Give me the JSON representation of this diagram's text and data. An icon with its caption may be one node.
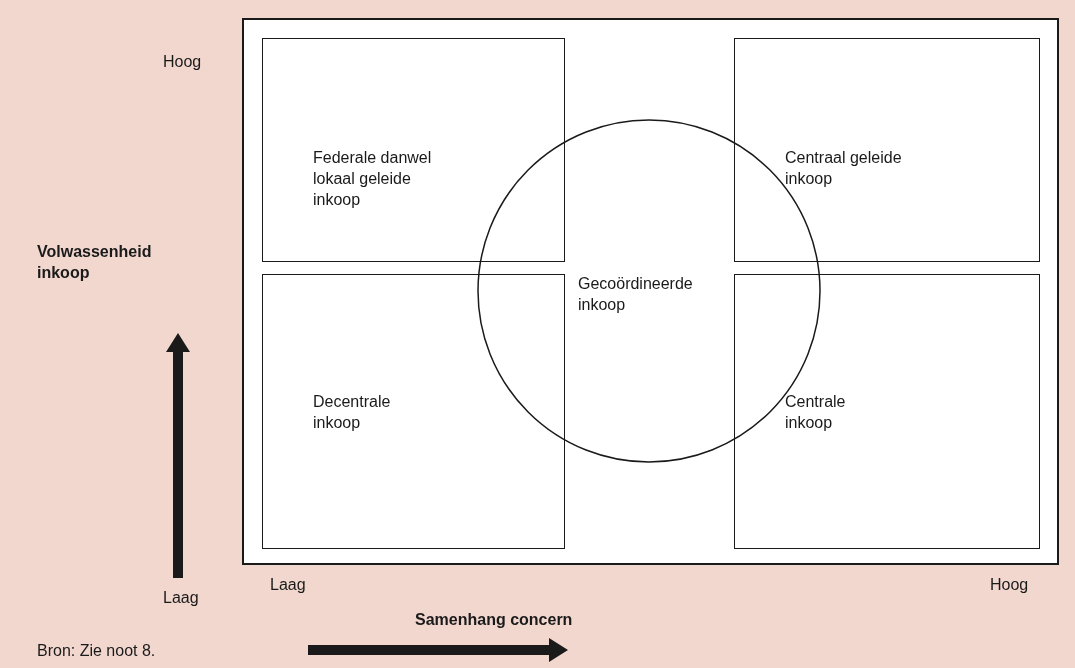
{
  "diagram": {
    "nodes": [
      {
        "text": [],
        "shape": "box"
      },
      {
        "text": [
          "Federale danwel lokaal geleide inkoop"
        ],
        "in": 0
      },
      {
        "text": [
          "Centraal geleide inkoop"
        ],
        "in": 0
      },
      {
        "text": [
          "Gecoördineerde inkoop"
        ],
        "in": 0
      },
      {
        "text": [
          "Decentrale inkoop"
        ],
        "in": 0
      },
      {
        "text": [
          "Centrale inkoop"
        ],
        "in": 0
      }
    ],
    "edges": [],
    "labels": [
      "Hoog",
      "Volwassenheid inkoop",
      "Laag",
      "Laag",
      "Samenhang concern",
      "Hoog",
      "Bron: Zie noot 8."
    ]
  }
}
